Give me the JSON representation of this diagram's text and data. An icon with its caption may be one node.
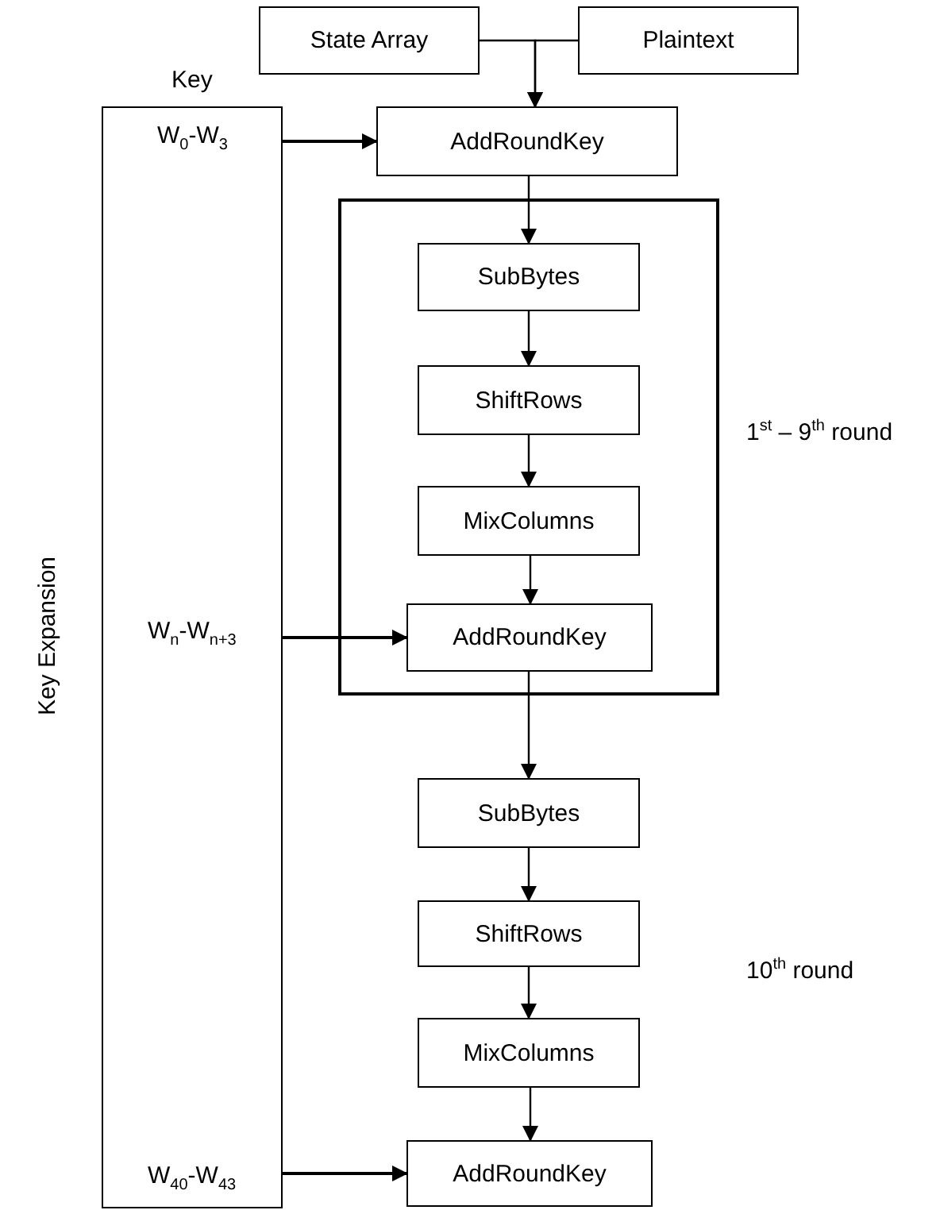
{
  "diagram": {
    "nodes": [
      {
        "text": [
          "State Array"
        ]
      },
      {
        "text": [
          "Plaintext"
        ]
      },
      {
        "text": [
          "Key",
          "W$_{0}$-W$_{3}$",
          "W$_{n}$-W$_{n+3}$",
          "W$_{40}$-W$_{43}$"
        ],
        "beside": [
          "Key Expansion"
        ]
      },
      {
        "text": [
          "AddRoundKey"
        ]
      },
      {
        "text": [],
        "shape": "box",
        "beside": [
          "1$^{st}$ – 9$^{th}$ round"
        ]
      },
      {
        "text": [
          "SubBytes"
        ],
        "in": 4
      },
      {
        "text": [
          "ShiftRows"
        ],
        "in": 4
      },
      {
        "text": [
          "MixColumns"
        ],
        "in": 4
      },
      {
        "text": [
          "AddRoundKey"
        ],
        "in": 4
      },
      {
        "text": [
          "SubBytes"
        ]
      },
      {
        "text": [
          "ShiftRows"
        ]
      },
      {
        "text": [
          "MixColumns"
        ]
      },
      {
        "text": [
          "AddRoundKey"
        ]
      }
    ],
    "edges": [
      {
        "from": 0,
        "to": 3,
        "arrow": "to"
      },
      {
        "from": 1,
        "to": 3,
        "arrow": "to"
      },
      {
        "from": 2,
        "to": 3,
        "arrow": "to"
      },
      {
        "from": 3,
        "to": 5,
        "arrow": "to"
      },
      {
        "from": 5,
        "to": 6,
        "arrow": "to"
      },
      {
        "from": 6,
        "to": 7,
        "arrow": "to"
      },
      {
        "from": 7,
        "to": 8,
        "arrow": "to"
      },
      {
        "from": 2,
        "to": 8,
        "arrow": "to"
      },
      {
        "from": 8,
        "to": 9,
        "arrow": "to"
      },
      {
        "from": 9,
        "to": 10,
        "arrow": "to"
      },
      {
        "from": 10,
        "to": 11,
        "arrow": "to"
      },
      {
        "from": 11,
        "to": 12,
        "arrow": "to"
      },
      {
        "from": 2,
        "to": 12,
        "arrow": "to"
      }
    ],
    "labels": [
      "10$^{th}$ round"
    ]
  }
}
